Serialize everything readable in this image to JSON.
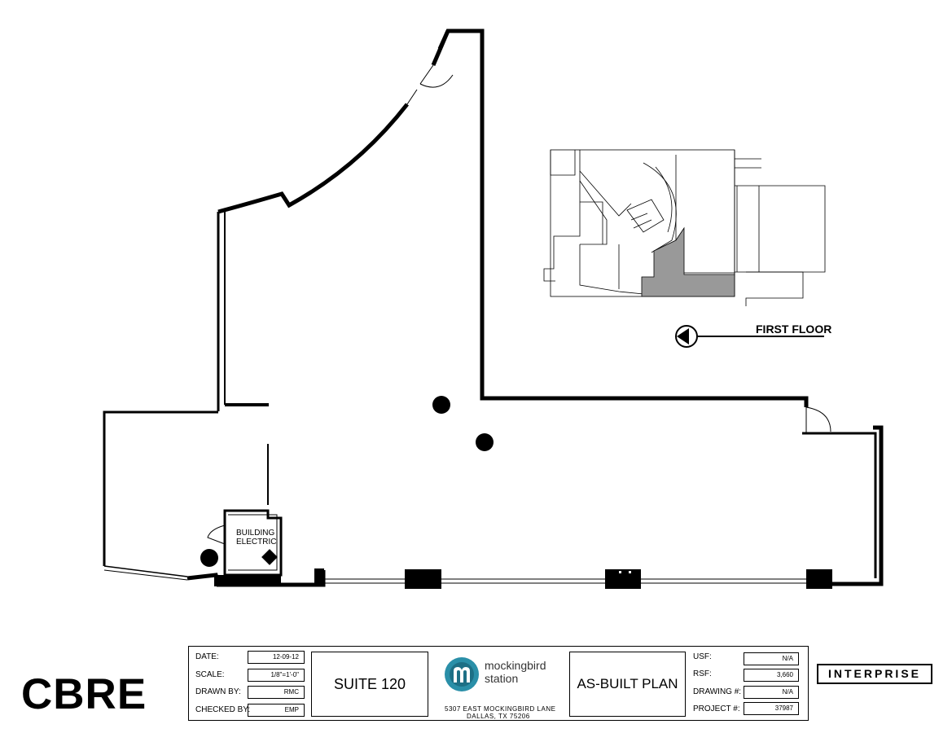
{
  "plan": {
    "room_label_line1": "BUILDING",
    "room_label_line2": "ELECTRIC"
  },
  "key_plan": {
    "label": "FIRST FLOOR"
  },
  "title_block": {
    "date_label": "DATE:",
    "date_value": "12-09-12",
    "scale_label": "SCALE:",
    "scale_value": "1/8\"=1'-0\"",
    "drawn_label": "DRAWN BY:",
    "drawn_value": "RMC",
    "checked_label": "CHECKED BY:",
    "checked_value": "EMP",
    "suite": "SUITE 120",
    "brand_line1": "mockingbird",
    "brand_line2": "station",
    "address_line1": "5307 EAST MOCKINGBIRD LANE",
    "address_line2": "DALLAS, TX 75206",
    "plan_type": "AS-BUILT PLAN",
    "usf_label": "USF:",
    "usf_value": "N/A",
    "rsf_label": "RSF:",
    "rsf_value": "3,660",
    "drawing_label": "DRAWING #:",
    "drawing_value": "N/A",
    "project_label": "PROJECT #:",
    "project_value": "37987"
  },
  "logos": {
    "left": "CBRE",
    "right": "INTERPRISE"
  },
  "colors": {
    "line": "#000000",
    "shade": "#999999",
    "brand_teal": "#2a8fa8"
  }
}
